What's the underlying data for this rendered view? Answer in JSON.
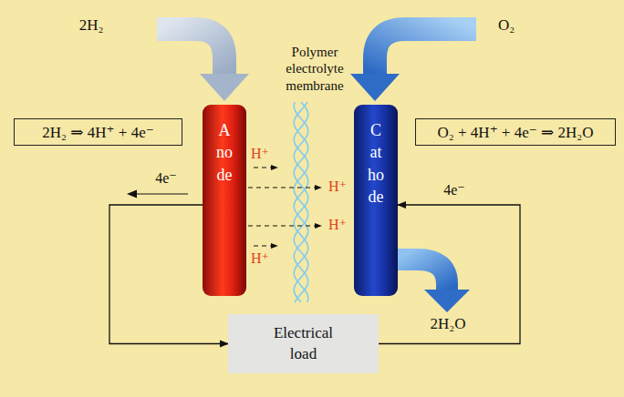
{
  "diagram": {
    "nodes": [
      {
        "text": [
          "2H₂ ⇒ 4H⁺ + 4e⁻"
        ]
      },
      {
        "text": [
          "Anode"
        ]
      },
      {
        "text": [
          "Cathode"
        ]
      },
      {
        "text": [
          "O₂ + 4H⁺ + 4e⁻ ⇒ 2H₂O"
        ]
      },
      {
        "text": [
          "Electrical load"
        ]
      }
    ],
    "edges": [
      {
        "from": 1,
        "to": 4,
        "arrow": "to",
        "label": "4e⁻"
      },
      {
        "from": 4,
        "to": 2,
        "arrow": "to",
        "label": "4e⁻"
      }
    ],
    "labels": [
      "2H₂",
      "O₂",
      "Polymer electrolyte membrane",
      "H⁺",
      "H⁺",
      "H⁺",
      "H⁺",
      "2H₂O"
    ]
  }
}
